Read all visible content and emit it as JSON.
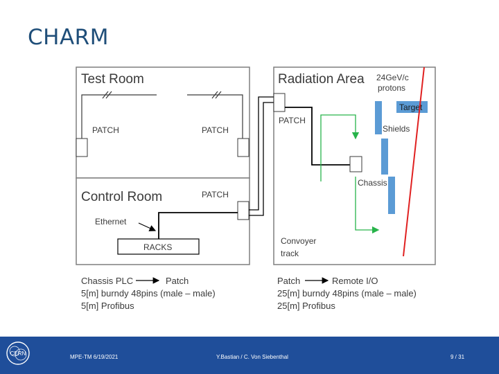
{
  "title": "CHARM",
  "diagram": {
    "test_room": {
      "label": "Test Room",
      "patch_left": "PATCH",
      "patch_right": "PATCH"
    },
    "control_room": {
      "label": "Control Room",
      "patch": "PATCH",
      "ethernet": "Ethernet",
      "racks": "RACKS"
    },
    "radiation_area": {
      "label": "Radiation Area",
      "beam_line1": "24GeV/c",
      "beam_line2": "protons",
      "target": "Target",
      "patch": "PATCH",
      "shields": "Shields",
      "chassis": "Chassis",
      "conveyor_line1": "Convoyer",
      "conveyor_line2": "track"
    },
    "legend_left": {
      "from": "Chassis PLC",
      "to": "Patch",
      "line2": "5[m] burndy 48pins (male – male)",
      "line3": "5[m] Profibus"
    },
    "legend_right": {
      "from": "Patch",
      "to": "Remote I/O",
      "line2": "25[m] burndy 48pins (male – male)",
      "line3": "25[m] Profibus"
    },
    "colors": {
      "target_fill": "#5b9bd5",
      "shield_fill": "#5b9bd5",
      "beam": "#e02020",
      "conveyor": "#27b34a",
      "box_border": "#7f7f7f"
    }
  },
  "footer": {
    "logo": "CERN",
    "left": "MPE-TM 6/19/2021",
    "center": "Y.Bastian / C. Von Siebenthal",
    "right": "9 / 31",
    "background": "#1f4e9a"
  }
}
